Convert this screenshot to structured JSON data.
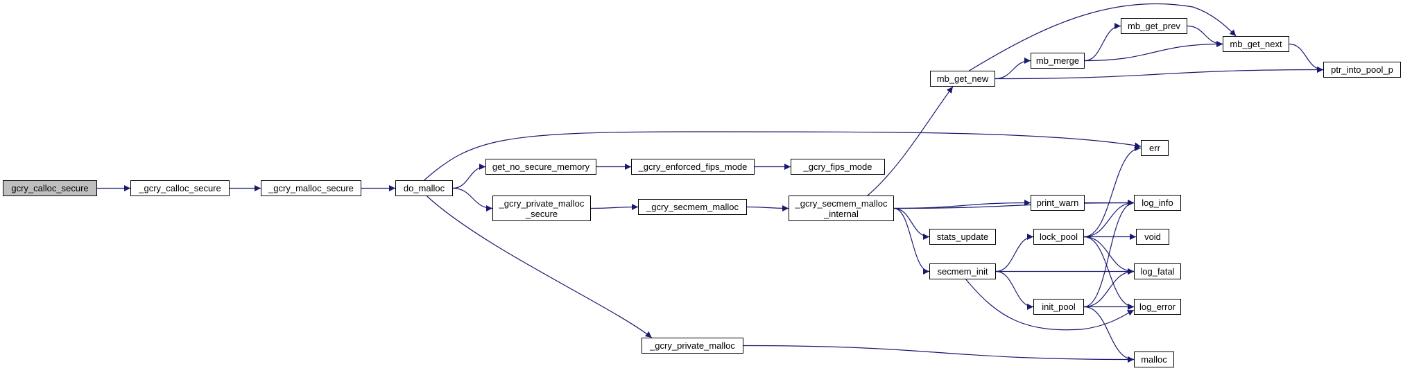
{
  "colors": {
    "edge": "#191970",
    "node_border": "#000000",
    "node_fill": "#ffffff",
    "root_fill": "#bfbfbf"
  },
  "nodes": {
    "gcry_calloc_secure": {
      "label": "gcry_calloc_secure"
    },
    "_gcry_calloc_secure": {
      "label": "_gcry_calloc_secure"
    },
    "_gcry_malloc_secure": {
      "label": "_gcry_malloc_secure"
    },
    "do_malloc": {
      "label": "do_malloc"
    },
    "get_no_secure_memory": {
      "label": "get_no_secure_memory"
    },
    "_gcry_enforced_fips_mode": {
      "label": "_gcry_enforced_fips_mode"
    },
    "_gcry_fips_mode": {
      "label": "_gcry_fips_mode"
    },
    "_gcry_private_malloc_secure": {
      "line1": "_gcry_private_malloc",
      "line2": "_secure"
    },
    "_gcry_secmem_malloc": {
      "label": "_gcry_secmem_malloc"
    },
    "_gcry_secmem_malloc_internal": {
      "line1": "_gcry_secmem_malloc",
      "line2": "_internal"
    },
    "_gcry_private_malloc": {
      "label": "_gcry_private_malloc"
    },
    "mb_get_new": {
      "label": "mb_get_new"
    },
    "mb_merge": {
      "label": "mb_merge"
    },
    "mb_get_prev": {
      "label": "mb_get_prev"
    },
    "mb_get_next": {
      "label": "mb_get_next"
    },
    "ptr_into_pool_p": {
      "label": "ptr_into_pool_p"
    },
    "err": {
      "label": "err"
    },
    "log_info": {
      "label": "log_info"
    },
    "print_warn": {
      "label": "print_warn"
    },
    "stats_update": {
      "label": "stats_update"
    },
    "secmem_init": {
      "label": "secmem_init"
    },
    "lock_pool": {
      "label": "lock_pool"
    },
    "void": {
      "label": "void"
    },
    "log_fatal": {
      "label": "log_fatal"
    },
    "init_pool": {
      "label": "init_pool"
    },
    "log_error": {
      "label": "log_error"
    },
    "malloc": {
      "label": "malloc"
    }
  },
  "edges": [
    [
      "gcry_calloc_secure",
      "_gcry_calloc_secure"
    ],
    [
      "_gcry_calloc_secure",
      "_gcry_malloc_secure"
    ],
    [
      "_gcry_malloc_secure",
      "do_malloc"
    ],
    [
      "do_malloc",
      "get_no_secure_memory"
    ],
    [
      "do_malloc",
      "_gcry_private_malloc_secure"
    ],
    [
      "do_malloc",
      "_gcry_private_malloc"
    ],
    [
      "do_malloc",
      "err"
    ],
    [
      "get_no_secure_memory",
      "_gcry_enforced_fips_mode"
    ],
    [
      "_gcry_enforced_fips_mode",
      "_gcry_fips_mode"
    ],
    [
      "_gcry_private_malloc_secure",
      "_gcry_secmem_malloc"
    ],
    [
      "_gcry_secmem_malloc",
      "_gcry_secmem_malloc_internal"
    ],
    [
      "_gcry_secmem_malloc_internal",
      "mb_get_new"
    ],
    [
      "_gcry_secmem_malloc_internal",
      "log_info"
    ],
    [
      "_gcry_secmem_malloc_internal",
      "print_warn"
    ],
    [
      "_gcry_secmem_malloc_internal",
      "stats_update"
    ],
    [
      "_gcry_secmem_malloc_internal",
      "secmem_init"
    ],
    [
      "_gcry_private_malloc",
      "malloc"
    ],
    [
      "mb_get_new",
      "mb_get_next"
    ],
    [
      "mb_get_new",
      "mb_merge"
    ],
    [
      "mb_get_new",
      "ptr_into_pool_p"
    ],
    [
      "mb_merge",
      "mb_get_prev"
    ],
    [
      "mb_merge",
      "mb_get_next"
    ],
    [
      "mb_get_prev",
      "mb_get_next"
    ],
    [
      "mb_get_next",
      "ptr_into_pool_p"
    ],
    [
      "print_warn",
      "log_info"
    ],
    [
      "secmem_init",
      "lock_pool"
    ],
    [
      "secmem_init",
      "log_fatal"
    ],
    [
      "secmem_init",
      "init_pool"
    ],
    [
      "secmem_init",
      "log_error"
    ],
    [
      "lock_pool",
      "err"
    ],
    [
      "lock_pool",
      "log_info"
    ],
    [
      "lock_pool",
      "void"
    ],
    [
      "lock_pool",
      "log_fatal"
    ],
    [
      "lock_pool",
      "log_error"
    ],
    [
      "init_pool",
      "log_info"
    ],
    [
      "init_pool",
      "log_fatal"
    ],
    [
      "init_pool",
      "log_error"
    ],
    [
      "init_pool",
      "malloc"
    ]
  ]
}
